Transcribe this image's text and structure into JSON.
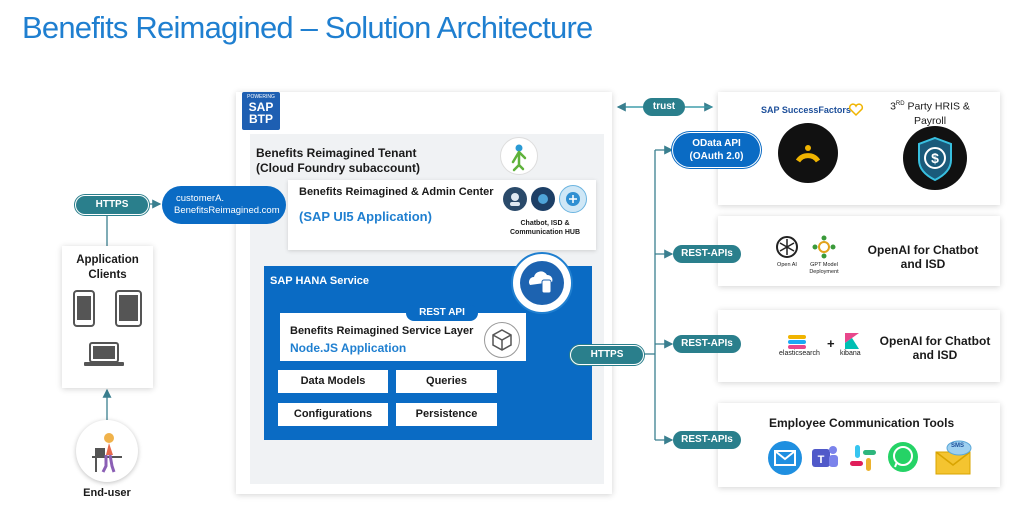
{
  "title": "Benefits Reimagined – Solution Architecture",
  "btp": {
    "powering": "POWERING",
    "sap": "SAP",
    "btp": "BTP"
  },
  "end_user": {
    "label": "End-user"
  },
  "clients": {
    "title_line1": "Application",
    "title_line2": "Clients"
  },
  "https_left": "HTTPS",
  "customer_url": {
    "line1": "customerA.",
    "line2": "BenefitsReimagined.com"
  },
  "tenant": {
    "line1": "Benefits Reimagined Tenant",
    "line2": "(Cloud Foundry subaccount)"
  },
  "admin": {
    "title": "Benefits Reimagined & Admin Center",
    "app": "(SAP UI5 Application)"
  },
  "hub": {
    "line1": "Chatbot, ISD &",
    "line2": "Communication HUB"
  },
  "hana": {
    "title": "SAP HANA Service"
  },
  "service_layer": {
    "rest": "REST API",
    "title": "Benefits Reimagined Service Layer",
    "subtitle": "Node.JS Application"
  },
  "modules": [
    "Data Models",
    "Queries",
    "Configurations",
    "Persistence"
  ],
  "trust": "trust",
  "https_right": "HTTPS",
  "odata": {
    "line1": "OData API",
    "line2": "(OAuth 2.0)"
  },
  "successfactors": {
    "label": "SAP SuccessFactors"
  },
  "hris": {
    "line1_pre": "3",
    "line1_sup": "RD",
    "line1_post": " Party HRIS &",
    "line2": "Payroll"
  },
  "rest_apis": [
    "REST-APIs",
    "REST-APIs",
    "REST-APIs"
  ],
  "openai_box": {
    "openai": "Open AI",
    "gpt_line1": "GPT Model",
    "gpt_line2": "Deployment",
    "title_line1": "OpenAI for Chatbot",
    "title_line2": "and ISD"
  },
  "elastic_box": {
    "elastic": "elasticsearch",
    "plus": "+",
    "kibana": "kibana",
    "title_line1": "OpenAI for Chatbot",
    "title_line2": "and ISD"
  },
  "comm_tools": {
    "title": "Employee Communication Tools",
    "sms": "SMS"
  },
  "colors": {
    "accent": "#1f7fd0",
    "hana": "#0a6bc4",
    "pill": "#2a7f8c"
  }
}
